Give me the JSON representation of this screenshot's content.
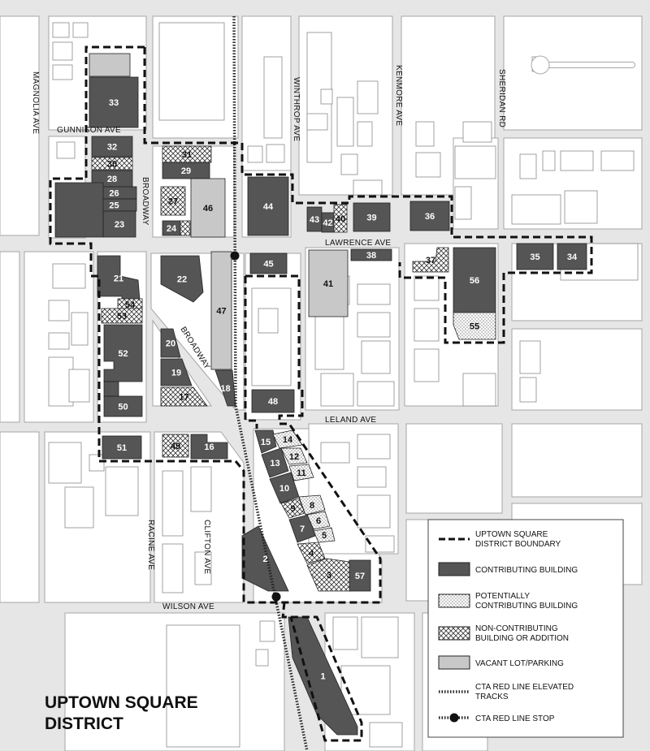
{
  "title": {
    "line1": "UPTOWN SQUARE",
    "line2": "DISTRICT"
  },
  "streets": {
    "magnolia": "MAGNOLIA AVE",
    "gunnison": "GUNNISON AVE",
    "broadway_north": "BROADWAY",
    "broadway_south": "BROADWAY",
    "winthrop": "WINTHROP AVE",
    "kenmore": "KENMORE AVE",
    "sheridan": "SHERIDAN RD",
    "lawrence": "LAWRENCE AVE",
    "leland": "LELAND AVE",
    "racine": "RACINE AVE",
    "clifton": "CLIFTON AVE",
    "wilson": "WILSON AVE"
  },
  "legend": {
    "boundary": "UPTOWN SQUARE DISTRICT BOUNDARY",
    "contributing": "CONTRIBUTING BUILDING",
    "potentially": "POTENTIALLY CONTRIBUTING BUILDING",
    "noncontributing": "NON-CONTRIBUTING BUILDING OR ADDITION",
    "vacant": "VACANT LOT/PARKING",
    "tracks": "CTA RED LINE ELEVATED TRACKS",
    "stop": "CTA RED LINE STOP"
  },
  "colors": {
    "contributing": "#555555",
    "vacant": "#c8c8c8",
    "street": "#e3e3e3",
    "outline": "#9a9a9a"
  },
  "buildings": [
    {
      "id": "33",
      "type": "contributing"
    },
    {
      "id": "32",
      "type": "contributing"
    },
    {
      "id": "30",
      "type": "noncontributing"
    },
    {
      "id": "28",
      "type": "contributing"
    },
    {
      "id": "26",
      "type": "contributing"
    },
    {
      "id": "25",
      "type": "contributing"
    },
    {
      "id": "23",
      "type": "contributing"
    },
    {
      "id": "31",
      "type": "noncontributing"
    },
    {
      "id": "29",
      "type": "contributing"
    },
    {
      "id": "27",
      "type": "noncontributing"
    },
    {
      "id": "24",
      "type": "contributing"
    },
    {
      "id": "46",
      "type": "vacant"
    },
    {
      "id": "44",
      "type": "contributing"
    },
    {
      "id": "43",
      "type": "contributing"
    },
    {
      "id": "42",
      "type": "contributing"
    },
    {
      "id": "40",
      "type": "noncontributing"
    },
    {
      "id": "39",
      "type": "contributing"
    },
    {
      "id": "36",
      "type": "contributing"
    },
    {
      "id": "21",
      "type": "contributing"
    },
    {
      "id": "22",
      "type": "contributing"
    },
    {
      "id": "47",
      "type": "vacant"
    },
    {
      "id": "45",
      "type": "contributing"
    },
    {
      "id": "41",
      "type": "vacant"
    },
    {
      "id": "38",
      "type": "contributing"
    },
    {
      "id": "37",
      "type": "noncontributing"
    },
    {
      "id": "56",
      "type": "contributing"
    },
    {
      "id": "55",
      "type": "potentially"
    },
    {
      "id": "35",
      "type": "contributing"
    },
    {
      "id": "34",
      "type": "contributing"
    },
    {
      "id": "54",
      "type": "noncontributing"
    },
    {
      "id": "53",
      "type": "noncontributing"
    },
    {
      "id": "52",
      "type": "contributing"
    },
    {
      "id": "50",
      "type": "contributing"
    },
    {
      "id": "20",
      "type": "contributing"
    },
    {
      "id": "19",
      "type": "contributing"
    },
    {
      "id": "17",
      "type": "noncontributing"
    },
    {
      "id": "18",
      "type": "contributing"
    },
    {
      "id": "48",
      "type": "contributing"
    },
    {
      "id": "51",
      "type": "contributing"
    },
    {
      "id": "49",
      "type": "noncontributing"
    },
    {
      "id": "16",
      "type": "contributing"
    },
    {
      "id": "15",
      "type": "contributing"
    },
    {
      "id": "14",
      "type": "potentially"
    },
    {
      "id": "13",
      "type": "contributing"
    },
    {
      "id": "12",
      "type": "potentially"
    },
    {
      "id": "11",
      "type": "potentially"
    },
    {
      "id": "10",
      "type": "contributing"
    },
    {
      "id": "9",
      "type": "noncontributing"
    },
    {
      "id": "8",
      "type": "potentially"
    },
    {
      "id": "7",
      "type": "contributing"
    },
    {
      "id": "6",
      "type": "potentially"
    },
    {
      "id": "5",
      "type": "potentially"
    },
    {
      "id": "4",
      "type": "noncontributing"
    },
    {
      "id": "3",
      "type": "noncontributing"
    },
    {
      "id": "57",
      "type": "contributing"
    },
    {
      "id": "2",
      "type": "contributing"
    },
    {
      "id": "1",
      "type": "contributing"
    }
  ]
}
